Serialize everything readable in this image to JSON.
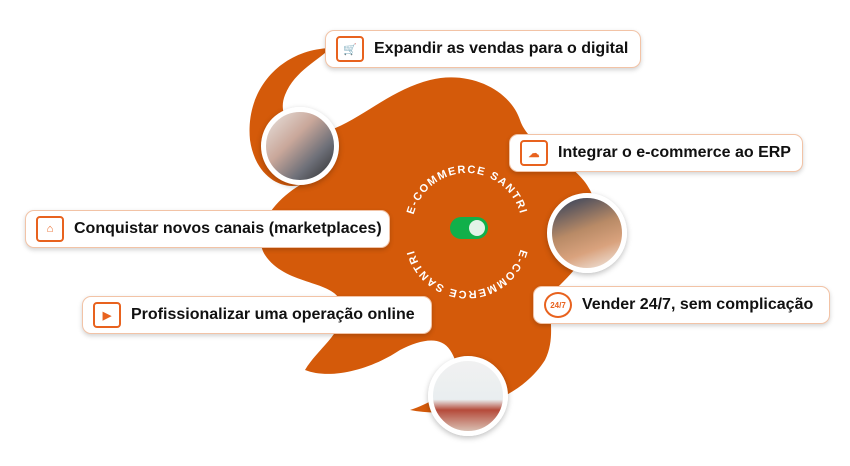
{
  "colors": {
    "brand": "#D45A0A",
    "accent": "#E8621E",
    "toggle": "#11B04A"
  },
  "center": {
    "ring_text_top": "E-COMMERCE SANTRI",
    "ring_text_bottom": "E-COMMERCE SANTRI",
    "toggle_state": "on"
  },
  "items": [
    {
      "label": "Expandir as vendas para o digital",
      "icon": "monitor-cart-icon"
    },
    {
      "label": "Integrar o e-commerce ao ERP",
      "icon": "network-cloud-icon"
    },
    {
      "label": "Conquistar novos canais (marketplaces)",
      "icon": "storefront-icon"
    },
    {
      "label": "Profissionalizar uma operação online",
      "icon": "video-monitor-icon"
    },
    {
      "label": "Vender 24/7, sem complicação",
      "icon": "clock-24-7-icon",
      "icon_text": "24/7"
    }
  ],
  "photos": [
    "store-shelves-photo",
    "boxes-sale-photo",
    "laptop-dashboard-photo"
  ]
}
